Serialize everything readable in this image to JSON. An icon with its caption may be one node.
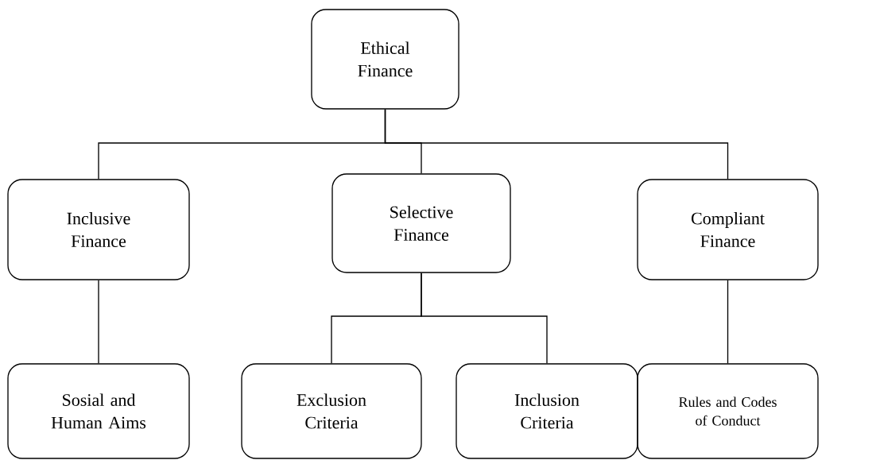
{
  "diagram": {
    "nodes": [
      {
        "text": [
          "Ethical Finance"
        ]
      },
      {
        "text": [
          "Inclusive Finance"
        ]
      },
      {
        "text": [
          "Selective Finance"
        ]
      },
      {
        "text": [
          "Compliant Finance"
        ]
      },
      {
        "text": [
          "Sosial and Human Aims"
        ]
      },
      {
        "text": [
          "Exclusion Criteria"
        ]
      },
      {
        "text": [
          "Inclusion Criteria"
        ]
      },
      {
        "text": [
          "Rules and Codes of Conduct"
        ]
      }
    ],
    "edges": [
      {
        "from": 0,
        "to": 1,
        "arrow": "none"
      },
      {
        "from": 0,
        "to": 2,
        "arrow": "none"
      },
      {
        "from": 0,
        "to": 3,
        "arrow": "none"
      },
      {
        "from": 1,
        "to": 4,
        "arrow": "none"
      },
      {
        "from": 2,
        "to": 5,
        "arrow": "none"
      },
      {
        "from": 2,
        "to": 6,
        "arrow": "none"
      },
      {
        "from": 3,
        "to": 7,
        "arrow": "none"
      }
    ]
  }
}
